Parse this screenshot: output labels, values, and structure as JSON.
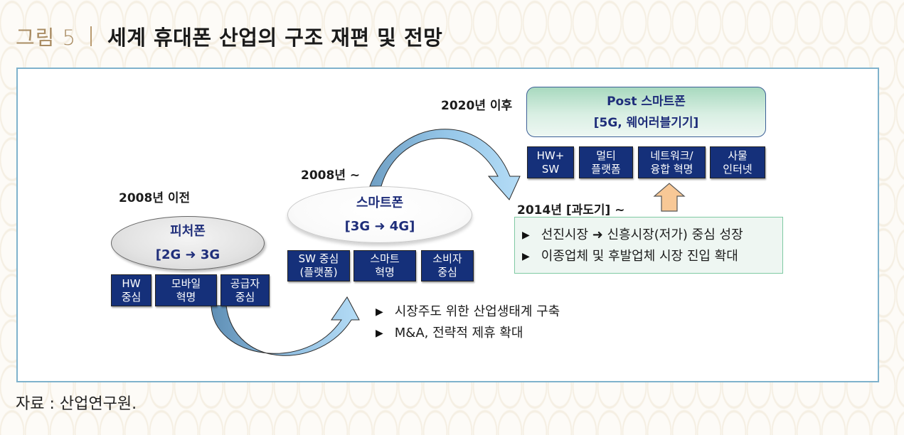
{
  "figure": {
    "label": "그림 5",
    "title": "세계 휴대폰 산업의 구조 재편 및 전망",
    "source": "자료 : 산업연구원."
  },
  "stages": {
    "feature_phone": {
      "period": "2008년 이전",
      "name": "피처폰",
      "tech": "[2G ➜ 3G",
      "tags": [
        "HW\n중심",
        "모바일\n혁명",
        "공급자\n중심"
      ]
    },
    "smartphone": {
      "period": "2008년 ~",
      "name": "스마트폰",
      "tech": "[3G ➜ 4G]",
      "tags": [
        "SW 중심\n(플랫폼)",
        "스마트\n혁명",
        "소비자\n중심"
      ],
      "bullets": [
        "시장주도 위한 산업생태계 구축",
        "M&A, 전략적 제휴 확대"
      ]
    },
    "transition": {
      "period": "2014년 [과도기] ~",
      "bullets": [
        "선진시장 ➜ 신흥시장(저가) 중심 성장",
        "이종업체 및 후발업체 시장 진입 확대"
      ]
    },
    "post_smartphone": {
      "period": "2020년 이후",
      "name": "Post 스마트폰",
      "tech": "[5G, 웨어러블기기]",
      "tags": [
        "HW+\nSW",
        "멀티\n플랫폼",
        "네트워크/\n융합 혁명",
        "사물\n인터넷"
      ]
    }
  },
  "icons": {
    "bullet": "▶"
  },
  "colors": {
    "tag_fill": "#15307a",
    "ellipse_text": "#1f2e7a",
    "curved_arrow": "#9fcdef",
    "up_arrow": "#f8c896",
    "frame_border": "#7fb2cc",
    "figure_label": "#a98c63"
  }
}
